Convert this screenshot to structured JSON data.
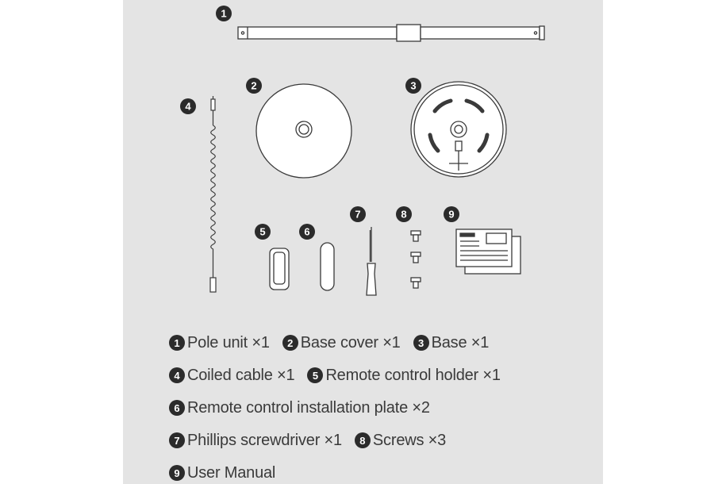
{
  "callouts": [
    "1",
    "2",
    "3",
    "4",
    "5",
    "6",
    "7",
    "8",
    "9"
  ],
  "legend": [
    [
      {
        "num": "1",
        "text": "Pole unit ×1"
      },
      {
        "num": "2",
        "text": "Base cover ×1"
      },
      {
        "num": "3",
        "text": "Base ×1"
      }
    ],
    [
      {
        "num": "4",
        "text": "Coiled cable ×1"
      },
      {
        "num": "5",
        "text": "Remote control holder ×1"
      }
    ],
    [
      {
        "num": "6",
        "text": "Remote control installation plate ×2"
      }
    ],
    [
      {
        "num": "7",
        "text": "Phillips screwdriver ×1"
      },
      {
        "num": "8",
        "text": "Screws ×3"
      }
    ],
    [
      {
        "num": "9",
        "text": "User Manual"
      }
    ]
  ],
  "colors": {
    "panel": "#e4e4e4",
    "line": "#3a3a3a",
    "badge": "#2b2b2b",
    "part_fill": "#ffffff"
  }
}
